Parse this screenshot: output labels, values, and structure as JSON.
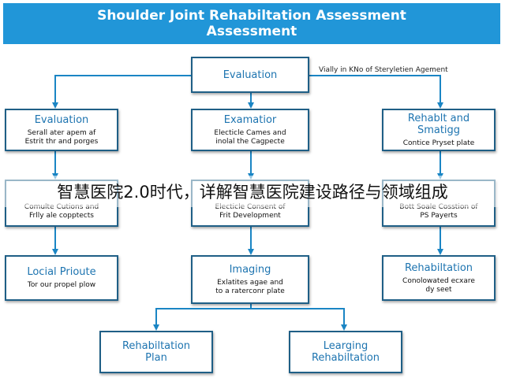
{
  "header": {
    "line1": "Shoulder Joint Rehabiltation Assessment",
    "line2": "Assessment"
  },
  "note": "Vially in KNo of Steryletien Agement",
  "nodes": {
    "top": {
      "title": "Evaluation"
    },
    "left1": {
      "title": "Evaluation",
      "sub1": "Serall ater apem af",
      "sub2": "Estrit thr and porges"
    },
    "mid1": {
      "title": "Examatior",
      "sub1": "Electicle Cames and",
      "sub2": "inolal the Cagpecte"
    },
    "right1": {
      "title": "Rehablt and",
      "title2": "Smatigg",
      "sub1": "Contice Pryset plate"
    },
    "left2": {
      "sub1": "Comulte Cutions and",
      "sub2": "Frlly ale copptects"
    },
    "mid2": {
      "sub1": "Electicle Consent of",
      "sub2": "Frit Development"
    },
    "right2": {
      "sub1": "Bott Soale Cosstion of",
      "sub2": "PS Payerts"
    },
    "left3": {
      "title": "Locial Prioute",
      "sub1": "Tor our propel plow"
    },
    "mid3": {
      "title": "Imaging",
      "sub1": "Exlatites agae and",
      "sub2": "to a raterconr plate"
    },
    "right3": {
      "title": "Rehabiltation",
      "sub1": "Conolowated ecxare",
      "sub2": "dy seet"
    },
    "bottomLeft": {
      "title": "Rehabiltation",
      "title2": "Plan"
    },
    "bottomRight": {
      "title": "Learging",
      "title2": "Rehabiltation"
    }
  },
  "overlay": "智慧医院2.0时代，详解智慧医院建设路径与领域组成",
  "colors": {
    "banner": "#2196d8",
    "arrow": "#1a85c4",
    "title": "#1d74b0",
    "border": "#1f5f86"
  }
}
